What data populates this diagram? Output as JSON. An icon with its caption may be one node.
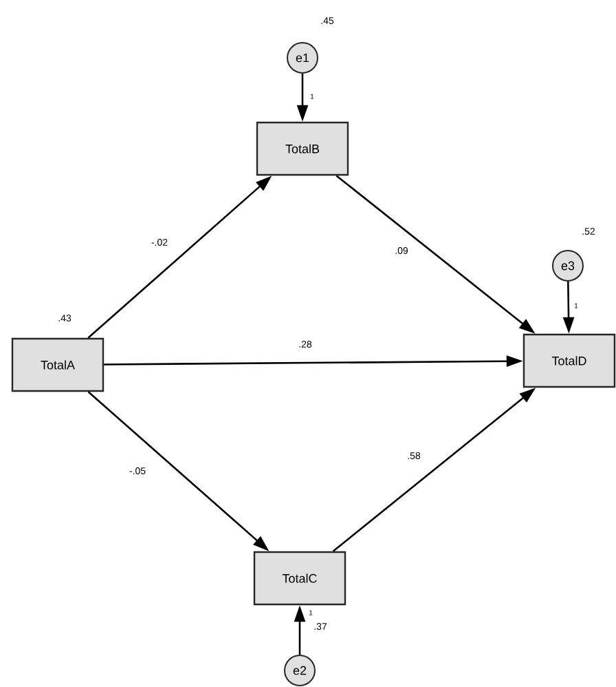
{
  "diagram": {
    "nodes": [
      {
        "text": [
          "TotalA"
        ],
        "beside": [
          ".43"
        ]
      },
      {
        "text": [
          "TotalB"
        ]
      },
      {
        "text": [
          "TotalC"
        ]
      },
      {
        "text": [
          "TotalD"
        ]
      },
      {
        "text": [
          "e1"
        ],
        "beside": [
          ".45"
        ]
      },
      {
        "text": [
          "e2"
        ],
        "beside": [
          ".37"
        ]
      },
      {
        "text": [
          "e3"
        ],
        "beside": [
          ".52"
        ]
      }
    ],
    "edges": [
      {
        "from": 0,
        "to": 1,
        "arrow": "to",
        "label": "-.02"
      },
      {
        "from": 1,
        "to": 3,
        "arrow": "to",
        "label": ".09"
      },
      {
        "from": 0,
        "to": 3,
        "arrow": "to",
        "label": ".28"
      },
      {
        "from": 0,
        "to": 2,
        "arrow": "to",
        "label": "-.05"
      },
      {
        "from": 2,
        "to": 3,
        "arrow": "to",
        "label": ".58"
      },
      {
        "from": 4,
        "to": 1,
        "arrow": "to",
        "label": "1"
      },
      {
        "from": 5,
        "to": 2,
        "arrow": "to",
        "label": "1"
      },
      {
        "from": 6,
        "to": 3,
        "arrow": "to",
        "label": "1"
      }
    ]
  }
}
